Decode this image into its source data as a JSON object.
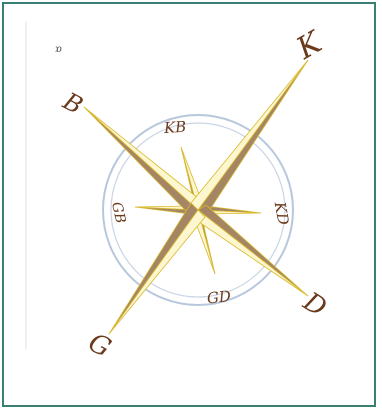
{
  "rose": {
    "north_east": "K",
    "north_west": "B",
    "south_west": "G",
    "south_east": "D",
    "ring_top": "KB",
    "ring_right": "KD",
    "ring_bottom": "GD",
    "ring_left": "GB"
  },
  "colors": {
    "frame": "#3a7f74",
    "label": "#6b3a1c",
    "point_dark": "#a48564",
    "point_light": "#fdf7d0",
    "outline": "#d8b92e",
    "ring": "#b7c8dc"
  },
  "stray_mark": "ɒ"
}
